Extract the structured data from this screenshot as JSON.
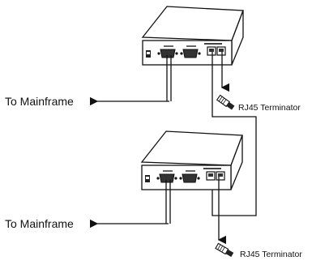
{
  "diagram": {
    "units": [
      {
        "id": "unit-top",
        "mainframe_label": "To Mainframe",
        "terminator_label": "RJ45 Terminator"
      },
      {
        "id": "unit-bottom",
        "mainframe_label": "To Mainframe",
        "terminator_label": "RJ45 Terminator"
      }
    ]
  }
}
